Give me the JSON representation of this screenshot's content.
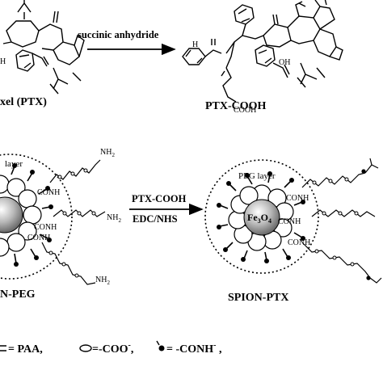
{
  "top": {
    "ptx_label": "xel (PTX)",
    "reagent": "succinic anhydride",
    "product_label": "PTX-COOH",
    "atoms": {
      "oh": "OH",
      "h": "H",
      "cooh": "COOH",
      "h_left": "H"
    }
  },
  "bottom": {
    "left_shell": "layer",
    "left_conh_1": "CONH",
    "left_conh_2": "CONH",
    "left_conh_3": "CONH",
    "nh2_1": "NH",
    "nh2_2": "NH",
    "nh2_3": "NH",
    "sub2": "2",
    "left_label": "N-PEG",
    "reagent_1": "PTX-COOH",
    "reagent_2": "EDC/NHS",
    "right_shell": "PEG layer",
    "core_1": "Fe",
    "core_sub_1": "3",
    "core_2": "O",
    "core_sub_2": "4",
    "right_conh_1": "CONH",
    "right_conh_2": "CONH",
    "right_conh_3": "CONH",
    "right_label": "SPION-PTX"
  },
  "legend": {
    "paa": "= PAA,",
    "coo": "=-COO",
    "coo_charge": "-",
    "coo_comma": ",",
    "conh": "= -CONH",
    "conh_end": " ,"
  }
}
